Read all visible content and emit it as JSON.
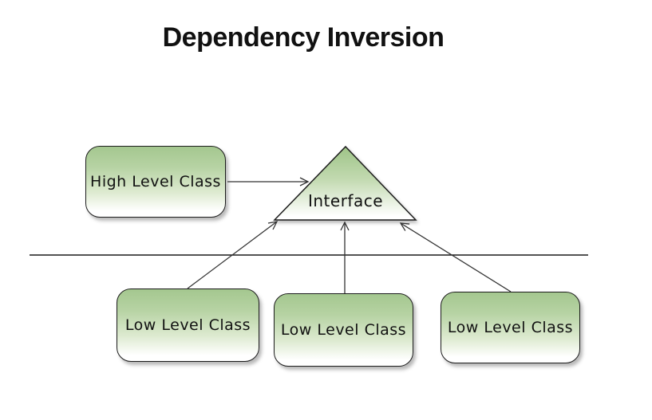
{
  "title": "Dependency Inversion",
  "nodes": {
    "high_level": {
      "label": "High Level Class"
    },
    "interface": {
      "label": "Interface"
    },
    "low_level": [
      {
        "label": "Low Level Class"
      },
      {
        "label": "Low Level Class"
      },
      {
        "label": "Low Level Class"
      }
    ]
  },
  "colors": {
    "node_green": "#a4c78f",
    "node_border": "#1c1c1c",
    "connector": "#333333",
    "separator": "#1a1a1a",
    "title_text": "#111111",
    "background": "#ffffff"
  }
}
